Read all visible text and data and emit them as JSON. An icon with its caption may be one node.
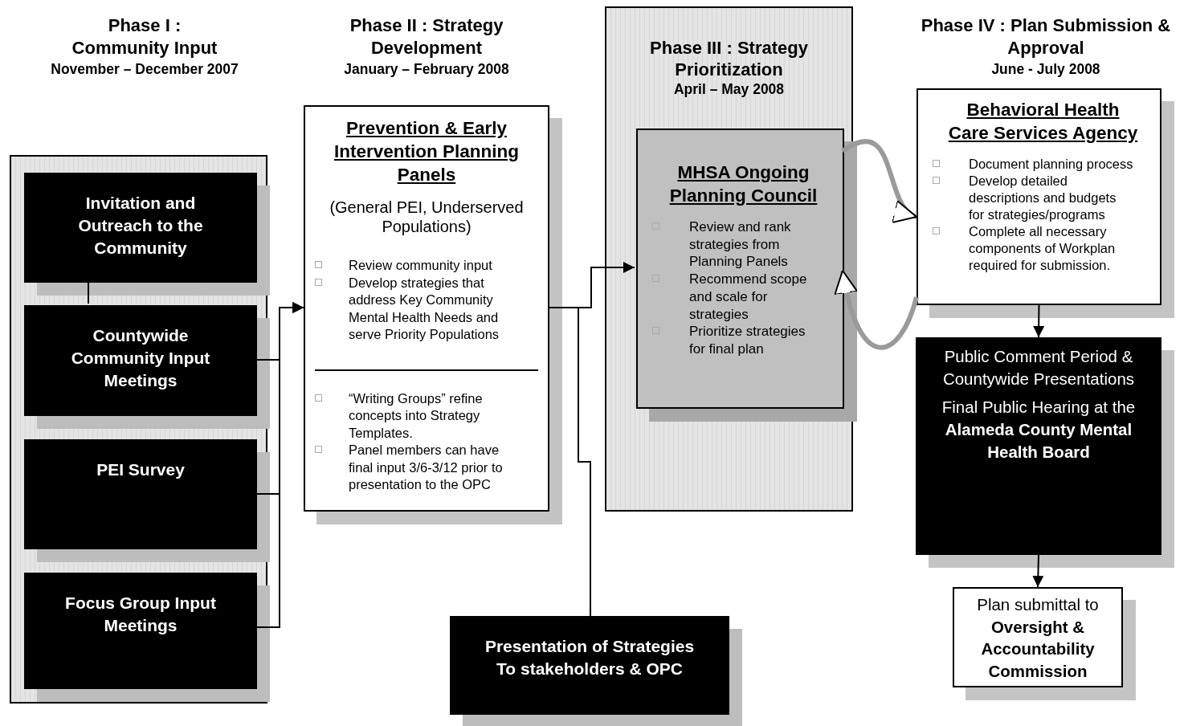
{
  "diagram": {
    "nodes": [
      {
        "text": [],
        "shape": "box"
      },
      {
        "text": [
          "Invitation and Outreach to the Community"
        ],
        "in": 0
      },
      {
        "text": [
          "Countywide Community Input Meetings"
        ],
        "in": 0
      },
      {
        "text": [
          "PEI Survey"
        ],
        "in": 0
      },
      {
        "text": [
          "Focus Group Input Meetings"
        ],
        "in": 0
      },
      {
        "text": [
          "Prevention & Early Intervention Planning Panels",
          "(General PEI, Underserved Populations)",
          "Review community input",
          "Develop strategies that address Key Community Mental Health Needs and serve Priority Populations",
          "“Writing Groups” refine concepts into Strategy Templates.",
          "Panel members can have final input 3/6-3/12 prior to presentation to the OPC"
        ]
      },
      {
        "text": [
          "Phase III : Strategy Prioritization",
          "April – May 2008"
        ]
      },
      {
        "text": [
          "MHSA Ongoing Planning Council",
          "Review and rank strategies from Planning Panels",
          "Recommend scope and scale for strategies",
          "Prioritize strategies for final plan"
        ],
        "in": 6
      },
      {
        "text": [
          "Behavioral Health Care Services Agency",
          "Document planning process",
          "Develop detailed descriptions and budgets for strategies/programs",
          "Complete all necessary components of Workplan required for submission."
        ]
      },
      {
        "text": [
          "Public Comment Period & Countywide Presentations",
          "Final Public Hearing at the **Alameda County Mental Health Board**"
        ]
      },
      {
        "text": [
          "Plan submittal to **Oversight & Accountability Commission**"
        ]
      },
      {
        "text": [
          "Presentation of Strategies To stakeholders & OPC"
        ]
      }
    ],
    "edges": [
      {
        "from": 1,
        "to": 2,
        "arrow": "none"
      },
      {
        "from": 2,
        "to": 5,
        "arrow": "to"
      },
      {
        "from": 3,
        "to": 5,
        "arrow": "to"
      },
      {
        "from": 4,
        "to": 5,
        "arrow": "to"
      },
      {
        "from": 5,
        "to": 7,
        "arrow": "to"
      },
      {
        "from": 5,
        "to": 11,
        "arrow": "none"
      },
      {
        "from": 7,
        "to": 8,
        "arrow": "to",
        "style": "thick",
        "color": "#9a9a9a"
      },
      {
        "from": 8,
        "to": 7,
        "arrow": "to",
        "style": "thick",
        "color": "#9a9a9a"
      },
      {
        "from": 8,
        "to": 9,
        "arrow": "to"
      },
      {
        "from": 9,
        "to": 10,
        "arrow": "to"
      }
    ],
    "labels": [
      "Phase I : Community Input",
      "November – December 2007",
      "Phase II : Strategy Development",
      "January – February 2008",
      "Phase IV : Plan Submission & Approval",
      "June - July 2008"
    ]
  }
}
